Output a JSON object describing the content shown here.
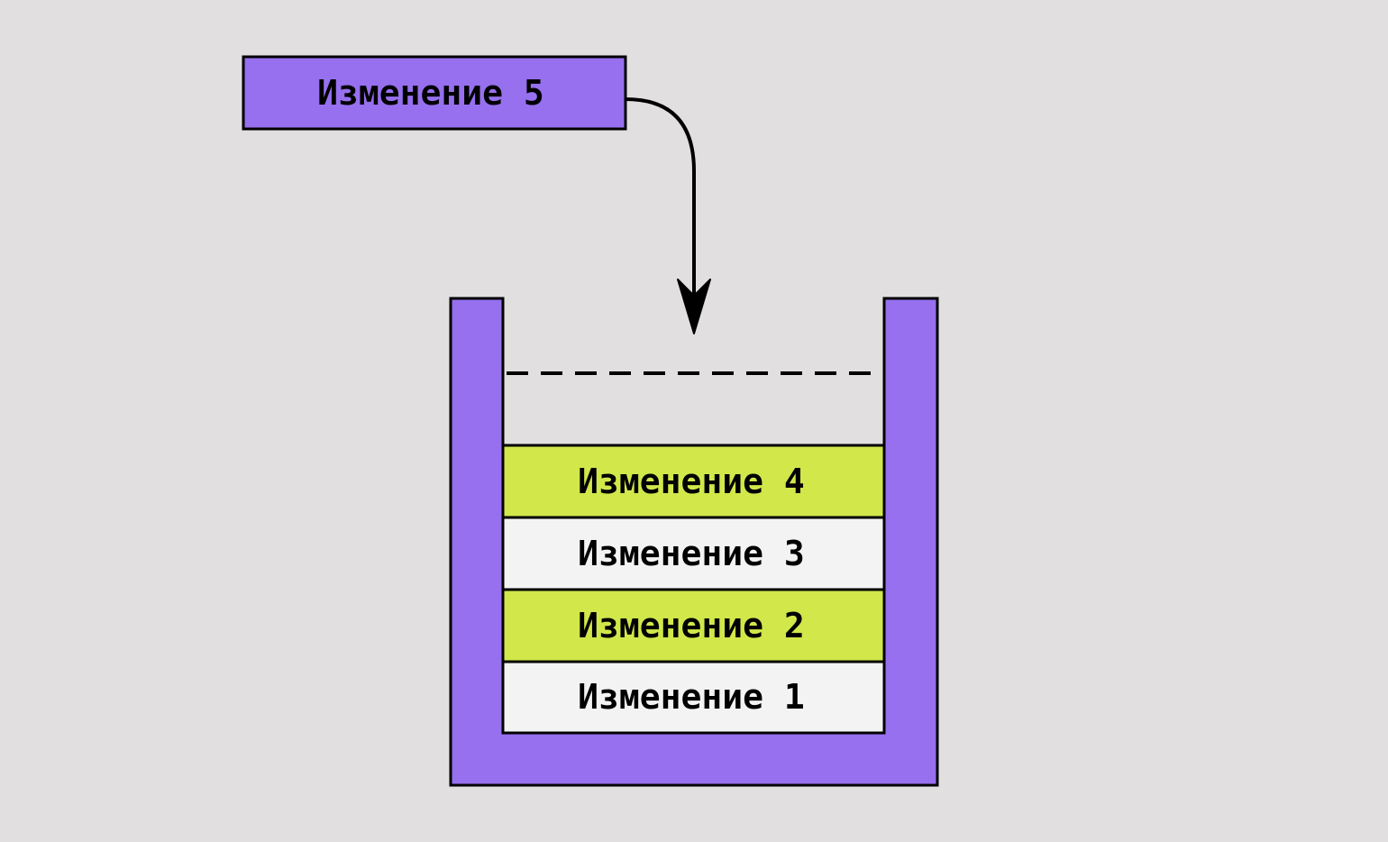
{
  "diagram": {
    "incoming": {
      "label": "Изменение 5"
    },
    "stack_items": [
      {
        "label": "Изменение 4",
        "color": "#d1e74a"
      },
      {
        "label": "Изменение 3",
        "color": "#f3f3f3"
      },
      {
        "label": "Изменение 2",
        "color": "#d1e74a"
      },
      {
        "label": "Изменение 1",
        "color": "#f3f3f3"
      }
    ],
    "colors": {
      "background": "#e1dfe0",
      "container": "#9670ee",
      "incoming_box": "#9670ee",
      "stroke": "#000000"
    }
  }
}
